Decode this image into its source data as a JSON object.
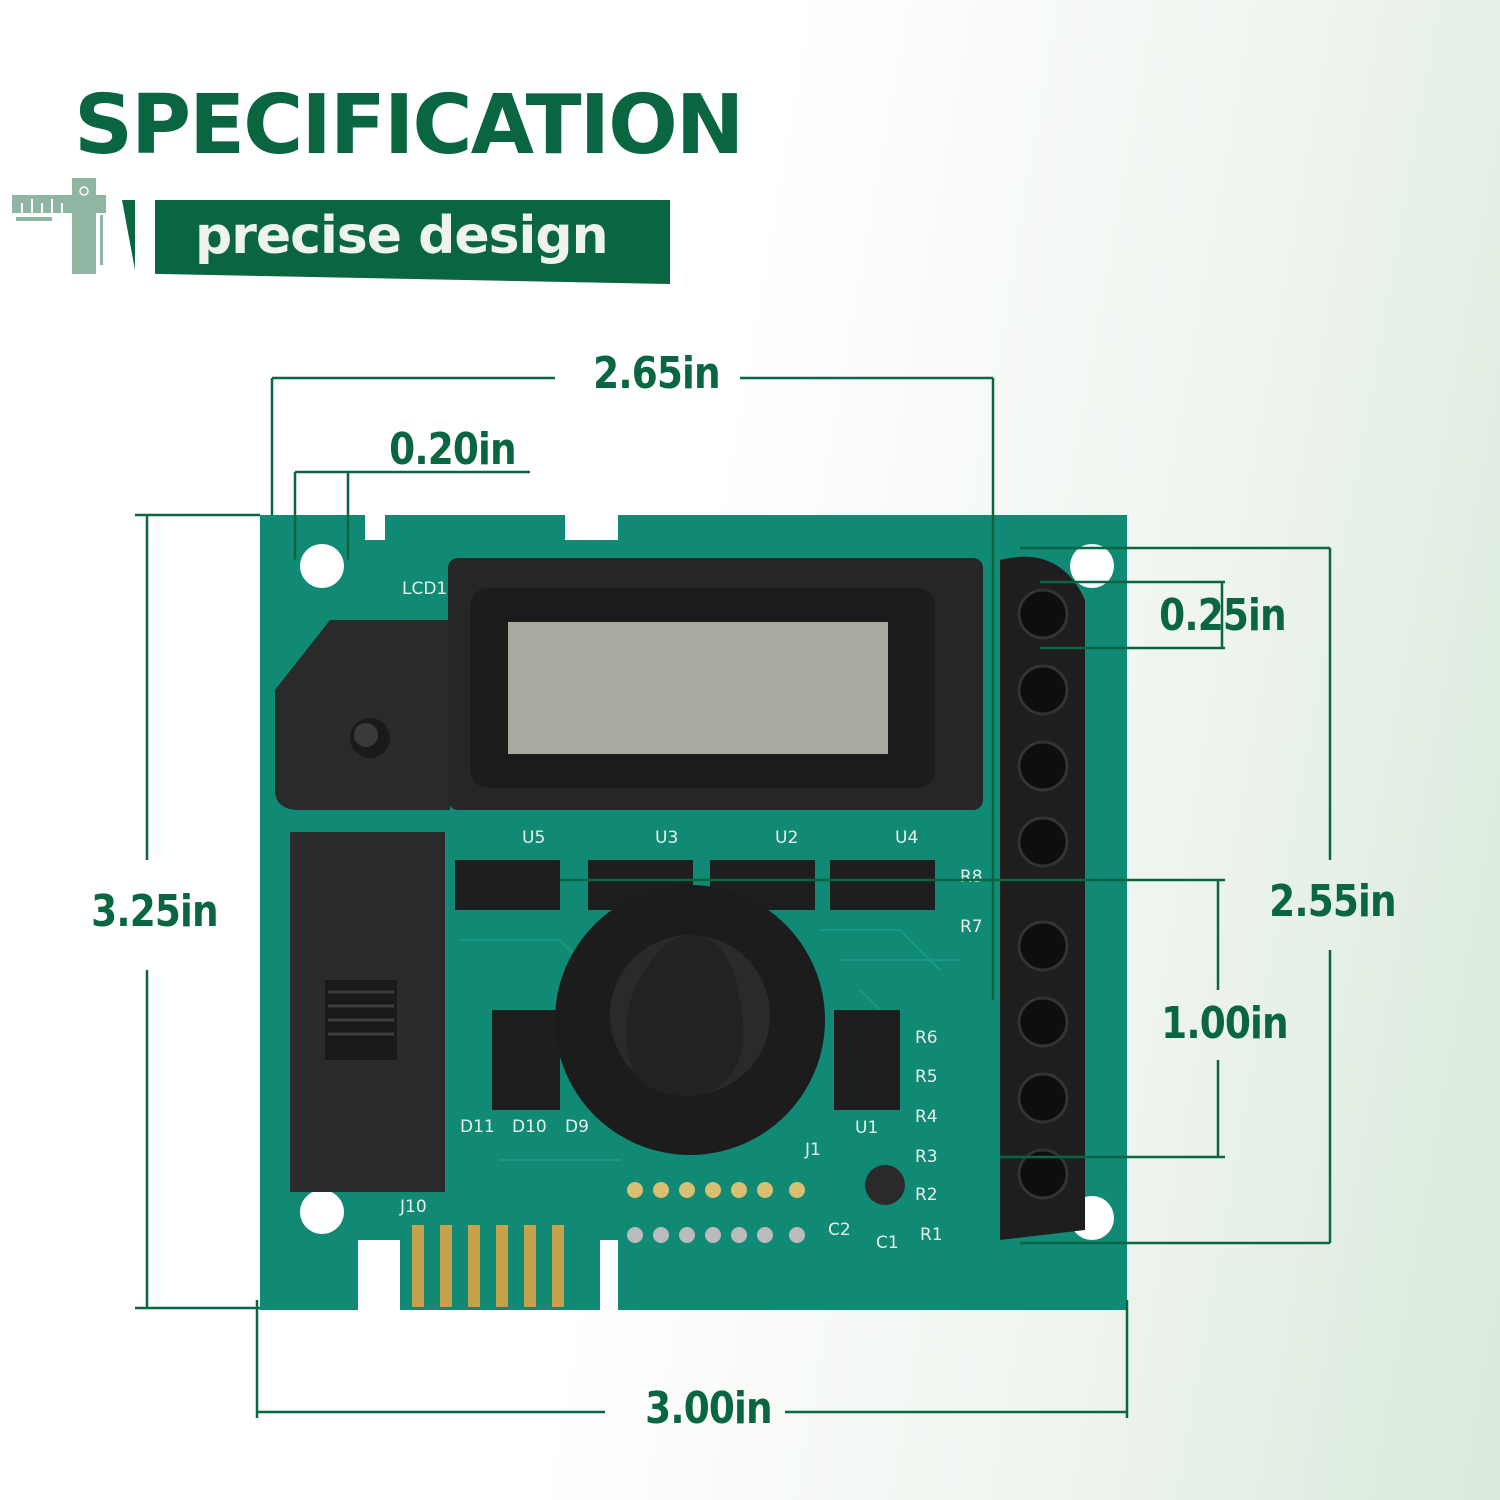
{
  "header": {
    "title": "SPECIFICATION",
    "subtitle": "precise design",
    "icon": "ruler-square-icon"
  },
  "dimensions": {
    "top_width": "2.65in",
    "hole_offset": "0.20in",
    "height": "3.25in",
    "bottom_width": "3.00in",
    "connector_length": "2.55in",
    "pin_pitch": "0.25in",
    "pin_gap": "1.00in"
  },
  "board_labels": [
    "LCD1",
    "U5",
    "U3",
    "U2",
    "U4",
    "R8",
    "R7",
    "R6",
    "R5",
    "R4",
    "R3",
    "R2",
    "R1",
    "U1",
    "D11",
    "D10",
    "D9",
    "J10",
    "J1",
    "C2",
    "C1"
  ],
  "colors": {
    "brand_green": "#0a6640",
    "pcb_green": "#108a74",
    "icon_gray_green": "#8fb5a3"
  }
}
